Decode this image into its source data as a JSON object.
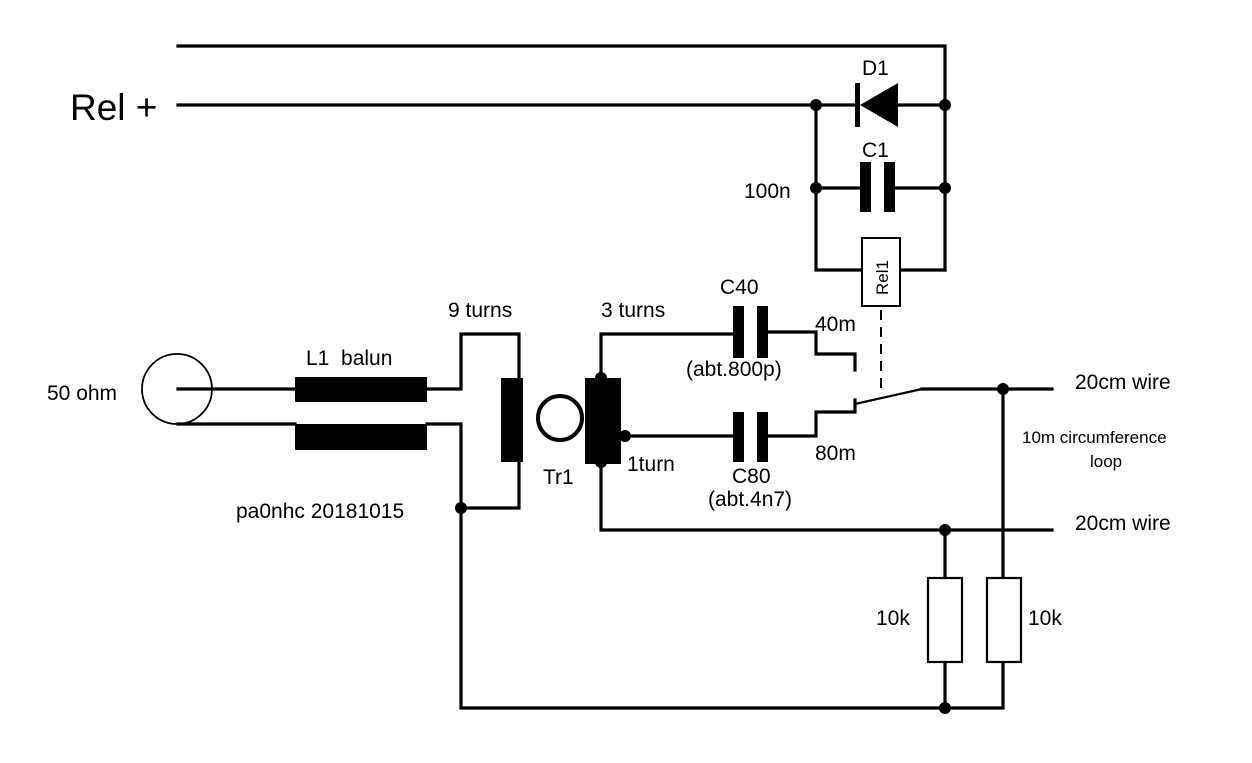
{
  "labels": {
    "rel_plus": "Rel +",
    "d1": "D1",
    "c1": "C1",
    "c1_value": "100n",
    "rel1": "Rel1",
    "c40": "C40",
    "c40_value": "(abt.800p)",
    "c80": "C80",
    "c80_value": "(abt.4n7)",
    "band_40m": "40m",
    "band_80m": "80m",
    "l1_balun": "L1  balun",
    "nine_turns": "9 turns",
    "three_turns": "3 turns",
    "one_turn": "1turn",
    "tr1": "Tr1",
    "ohm_50": "50 ohm",
    "author": "pa0nhc 20181015",
    "wire_top": "20cm wire",
    "wire_bottom": "20cm wire",
    "loop_line1": "10m circumference",
    "loop_line2": "loop",
    "r_left": "10k",
    "r_right": "10k"
  }
}
